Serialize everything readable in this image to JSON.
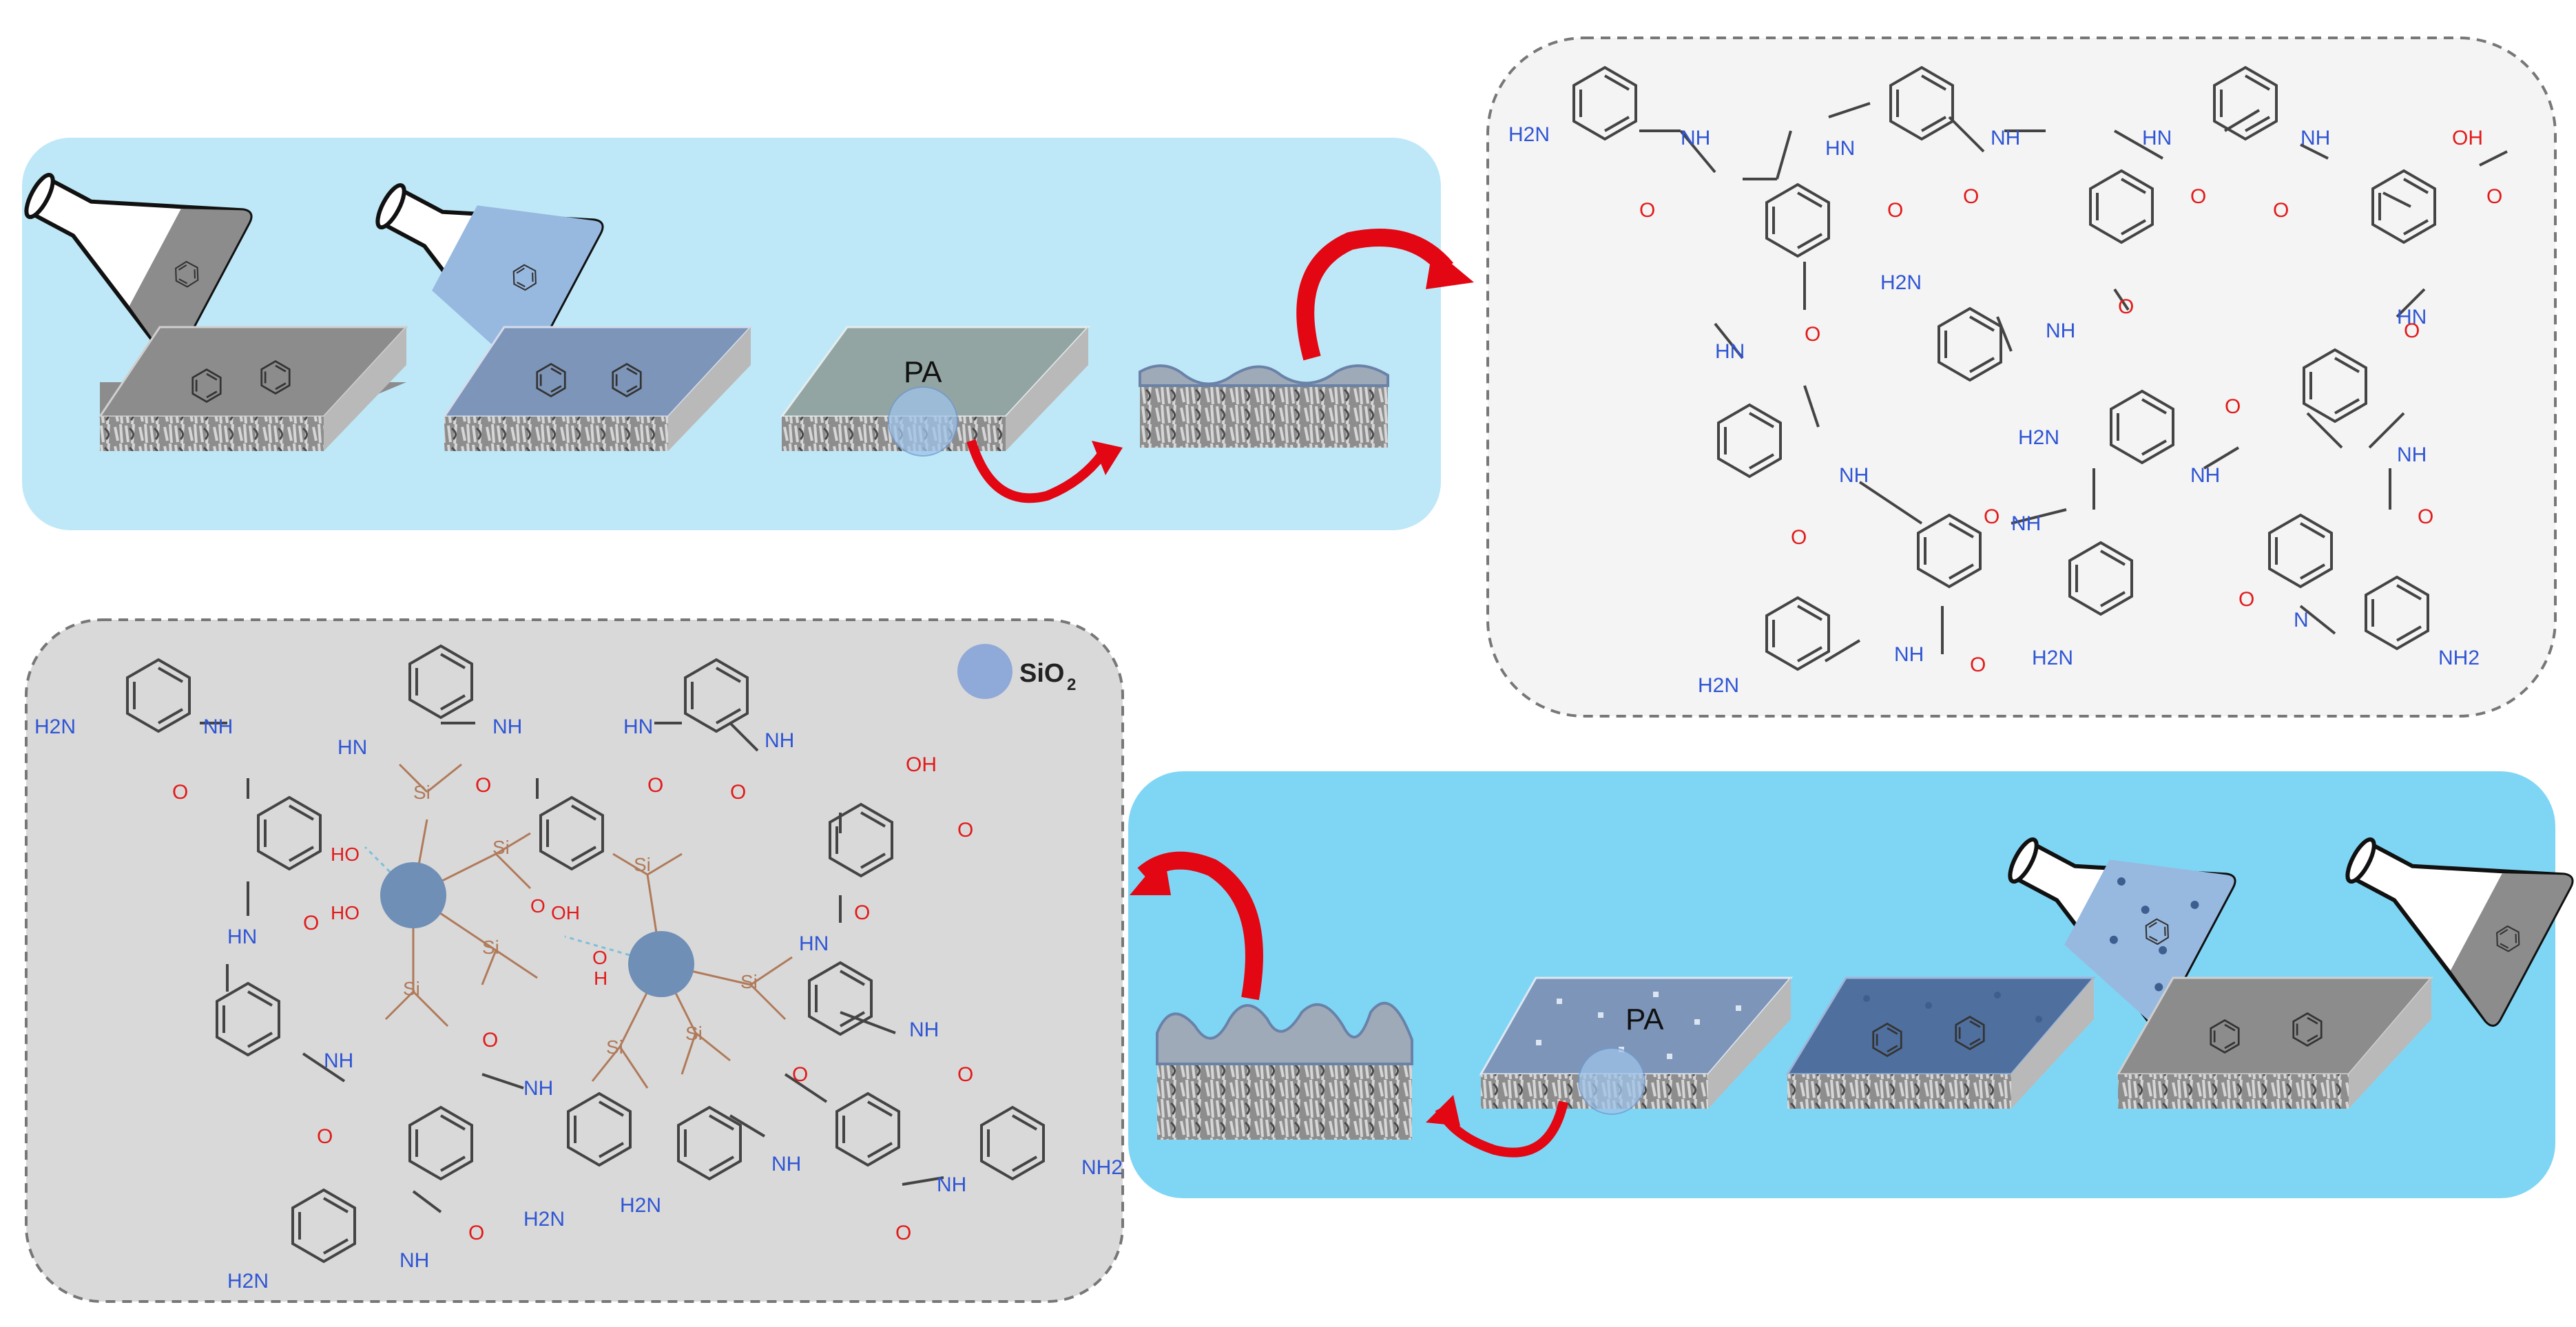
{
  "colors": {
    "panel_top": "#bee8f7",
    "panel_bottom": "#7fd6f4",
    "structure_bg_top": "#f4f4f4",
    "structure_bg_bottom": "#d9d9d9",
    "sio2_particle": "#8fa9d8",
    "sio2_core": "#6f8fb6",
    "arrow": "#e30613",
    "nitrogen_blue": "#2f55d4",
    "oxygen_red": "#e21b1b",
    "silicon_brown": "#b07a5a",
    "bond_gray": "#444444"
  },
  "labels": {
    "pa_top": "PA",
    "pa_bottom": "PA",
    "legend_sio2": "SiO",
    "legend_sio2_sub": "2"
  },
  "atom_labels": {
    "h2n": "H2N",
    "nh2": "NH2",
    "nh": "NH",
    "hn": "HN",
    "o": "O",
    "oh": "OH",
    "ho": "HO",
    "h": "H",
    "n": "N",
    "si": "Si"
  },
  "icons": [
    "flask-icon",
    "membrane-support-icon",
    "curved-arrow-icon",
    "benzene-ring-icon",
    "sio2-particle-icon"
  ]
}
